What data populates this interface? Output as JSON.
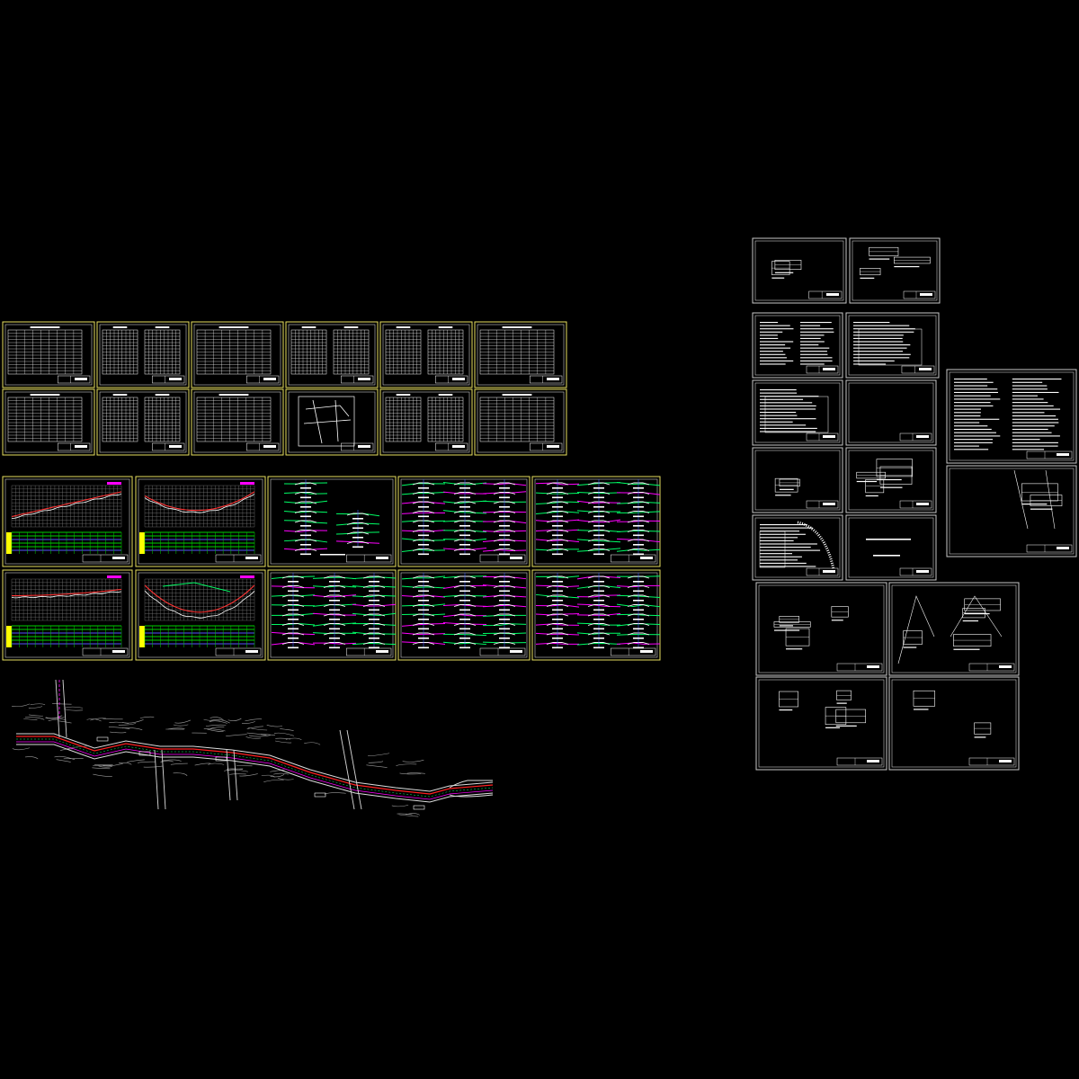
{
  "drawing": {
    "background": "#000000",
    "layer_colors": {
      "frame_left": "#e8e060",
      "frame_right": "#c8c8c8",
      "grid": "#7a7a7a",
      "profile_line": "#ff3333",
      "design_line": "#ffffff",
      "table_bar": "#00d000",
      "table_bar_alt": "#5555ff",
      "marker_yellow": "#ffff00",
      "section_magenta": "#ff00ff",
      "section_green": "#00ff66",
      "section_blue": "#4060ff",
      "road_red": "#ff2020",
      "road_white": "#dcdcdc",
      "terrain": "#9a9a9a",
      "text": "#ffffff"
    },
    "sheet_groups": [
      {
        "id": "quantity-tables",
        "count": 12,
        "content": "tables"
      },
      {
        "id": "longitudinal-profiles",
        "count": 4,
        "content": "profiles"
      },
      {
        "id": "cross-sections",
        "count": 6,
        "content": "cross-sections"
      },
      {
        "id": "road-plan",
        "count": 1,
        "content": "plan"
      },
      {
        "id": "detail-sheets",
        "count": 18,
        "content": "details"
      }
    ]
  }
}
